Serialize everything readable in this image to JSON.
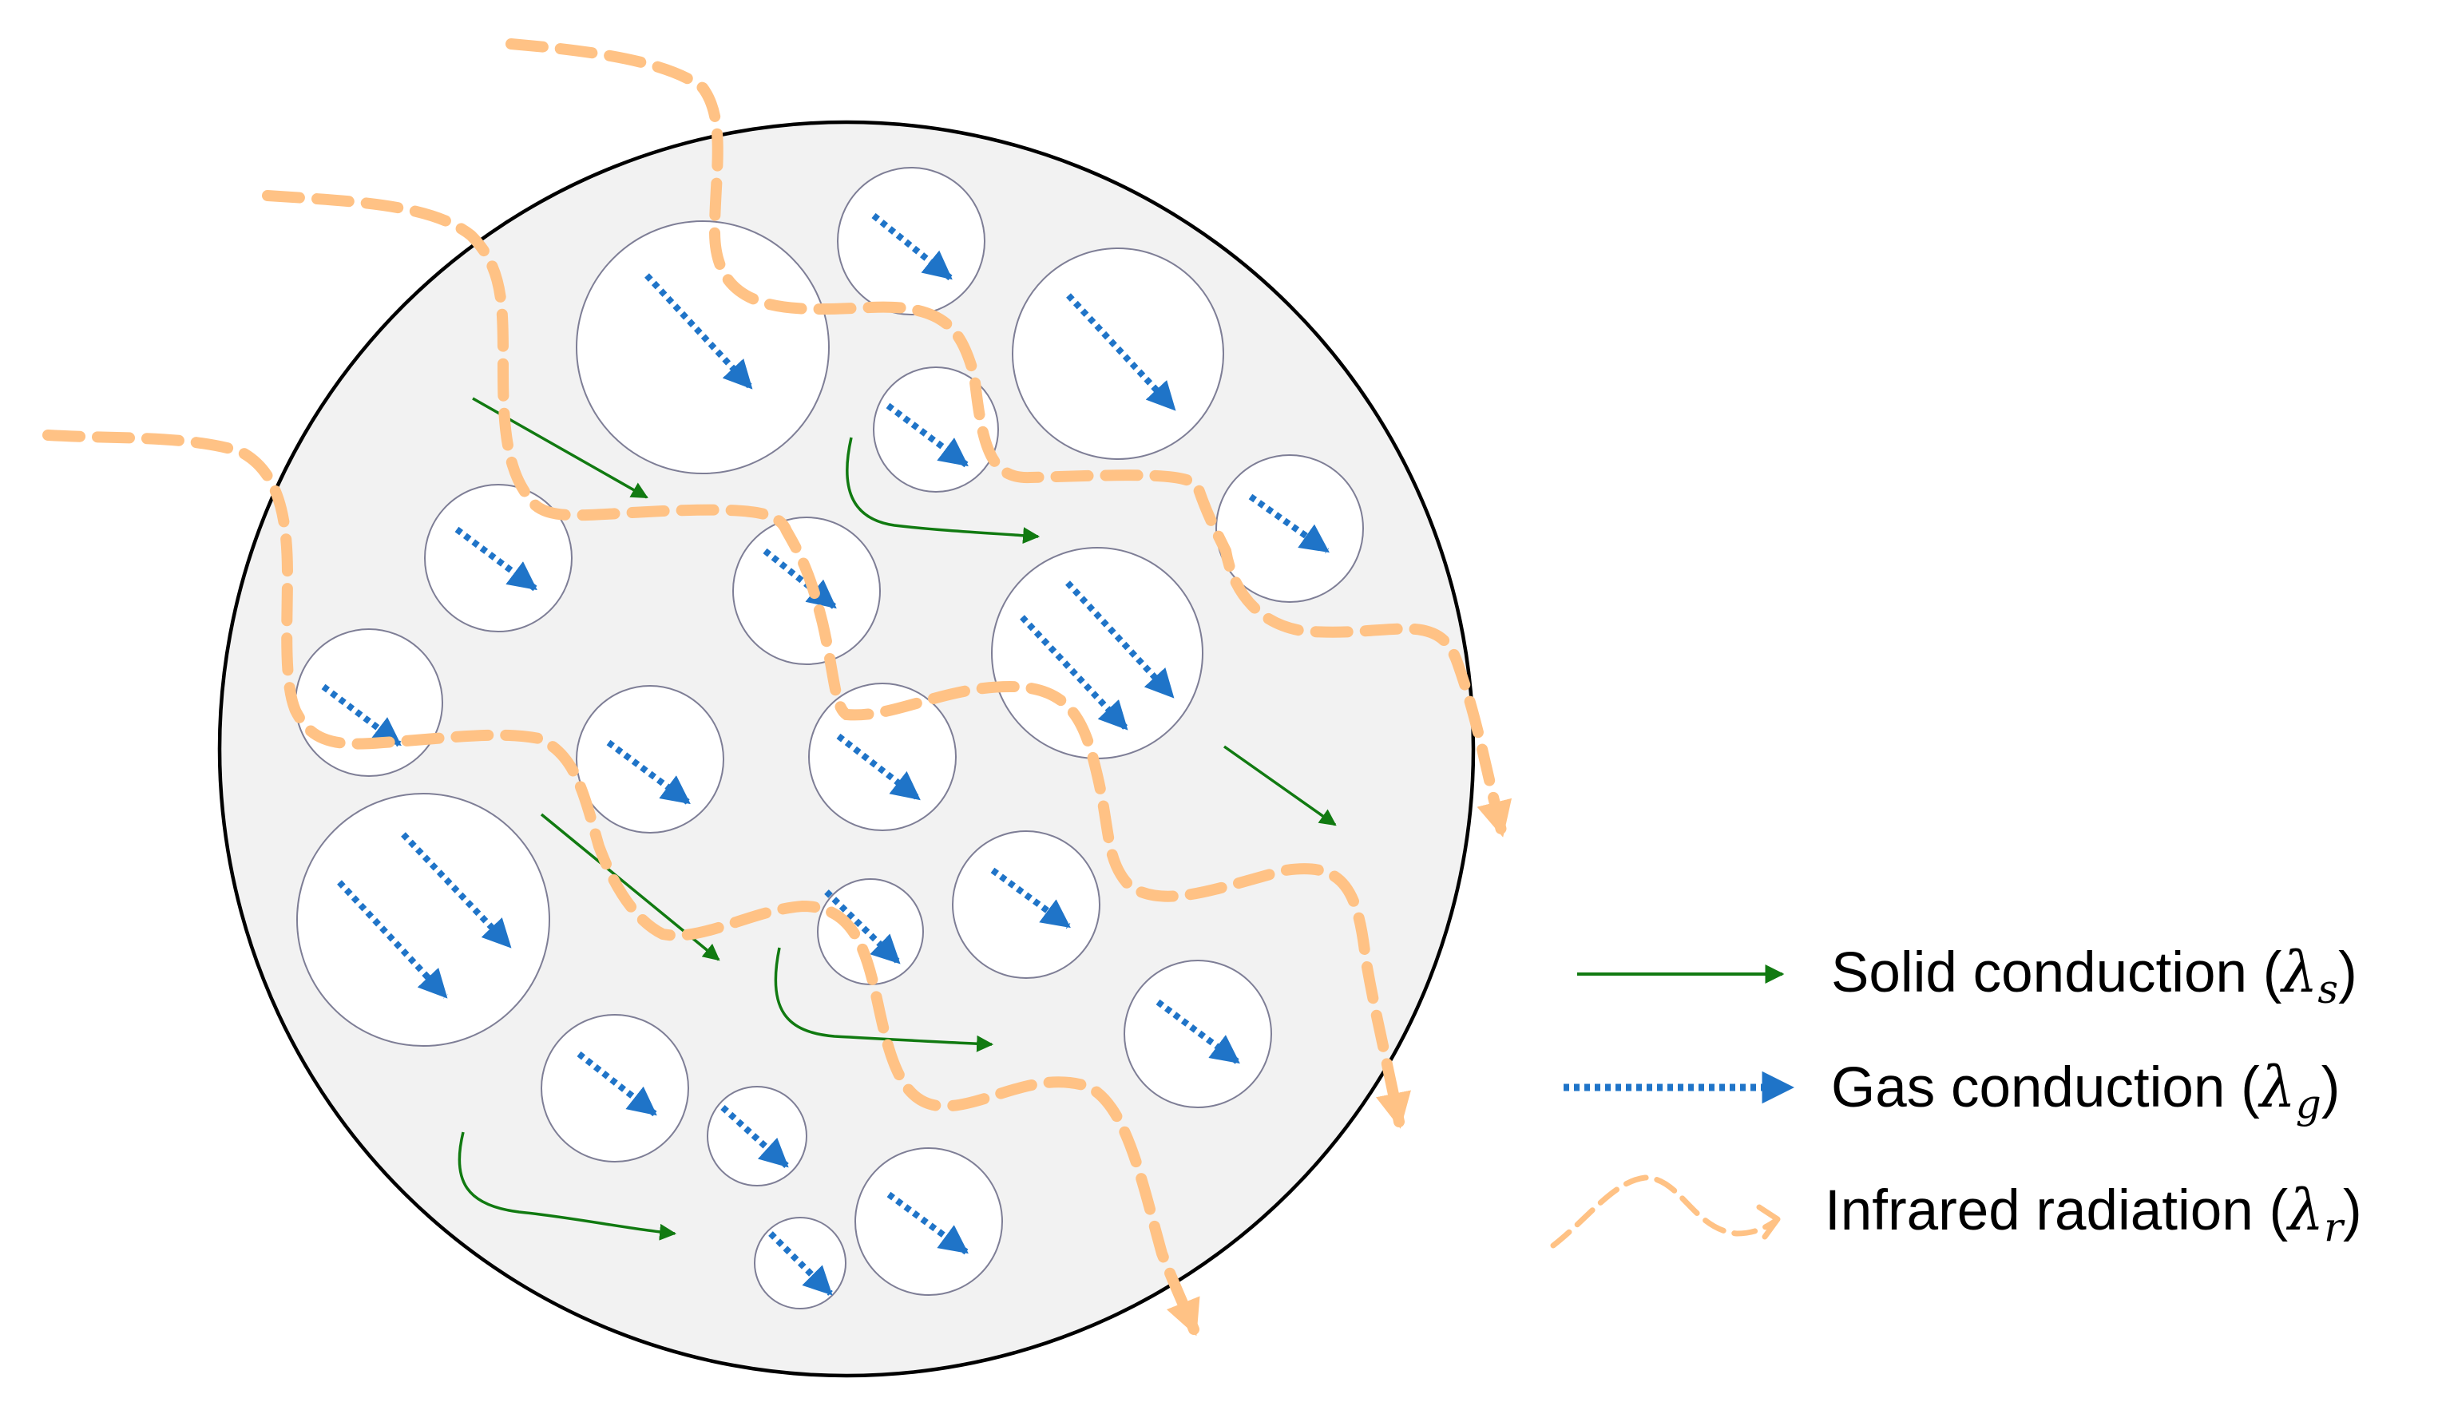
{
  "colors": {
    "solid": "#117a11",
    "gas": "#1f74c8",
    "radiation": "#ffc285",
    "matrix_fill": "#f2f2f2",
    "matrix_stroke": "#000000",
    "pore_fill": "#ffffff",
    "pore_stroke": "#7e7e96"
  },
  "legend": {
    "solid": {
      "label": "Solid conduction (",
      "symbol": "λ",
      "sub": "s",
      "close": ")"
    },
    "gas": {
      "label": "Gas conduction  (",
      "symbol": "λ",
      "sub": "g",
      "close": ")"
    },
    "radiation": {
      "label": "Infrared radiation (",
      "symbol": "λ",
      "sub": "r",
      "close": ")"
    }
  }
}
